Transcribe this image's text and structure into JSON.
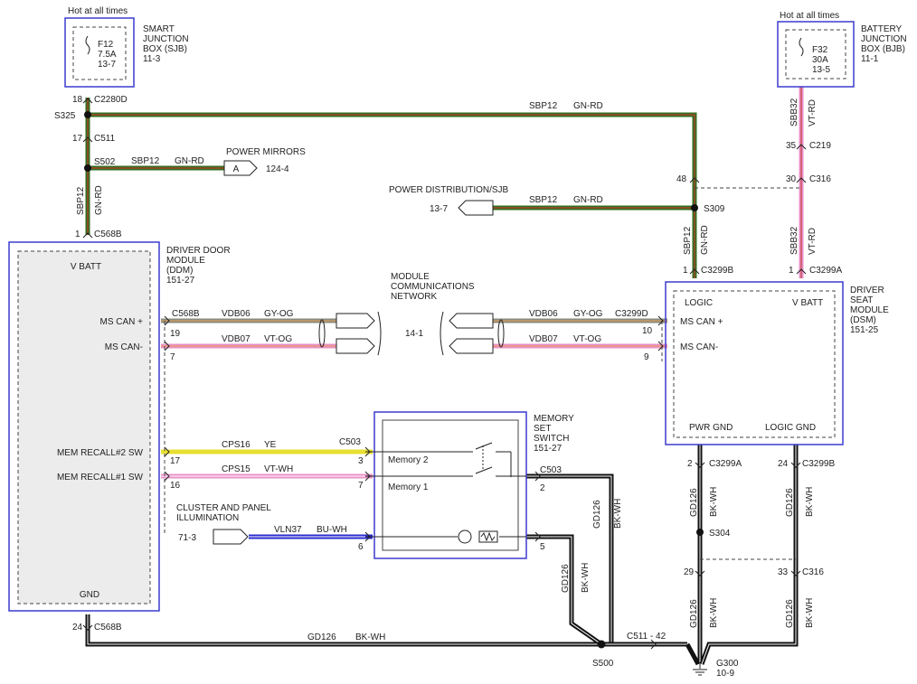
{
  "colors": {
    "green": "#2f6f1f",
    "green_stripe": "#3d8a28",
    "red_stripe": "#c0392b",
    "violet": "#e890c8",
    "gray": "#8a8a80",
    "yellow": "#e8e030",
    "blue": "#2b2bd0",
    "black": "#111111",
    "box_border": "#3b3bcf"
  },
  "sjb": {
    "hot": "Hot at all times",
    "fuse": "F12",
    "amps": "7.5A",
    "ref": "13-7",
    "label": [
      "SMART",
      "JUNCTION",
      "BOX (SJB)",
      "11-3"
    ]
  },
  "bjb": {
    "hot": "Hot at all times",
    "fuse": "F32",
    "amps": "30A",
    "ref": "13-5",
    "label": [
      "BATTERY",
      "JUNCTION",
      "BOX (BJB)",
      "11-1"
    ]
  },
  "left_feed": {
    "pin18": "18",
    "c2280d": "C2280D",
    "s325": "S325",
    "pin17": "17",
    "c511": "C511",
    "s502": "S502",
    "pin1": "1",
    "c568b": "C568B",
    "circuit": "SBP12",
    "color": "GN-RD"
  },
  "top_wire": {
    "circuit": "SBP12",
    "color": "GN-RD"
  },
  "power_mirrors": {
    "title": "POWER MIRRORS",
    "conn": "A",
    "ref": "124-4",
    "circuit": "SBP12",
    "color": "GN-RD"
  },
  "power_dist": {
    "title": "POWER DISTRIBUTION/SJB",
    "ref": "13-7",
    "circuit": "SBP12",
    "color": "GN-RD"
  },
  "right_feed": {
    "pin48": "48",
    "s309": "S309",
    "circuit": "SBP12",
    "color": "GN-RD",
    "pin1": "1",
    "c3299b": "C3299B"
  },
  "bjb_feed": {
    "circuit": "SBB32",
    "color": "VT-RD",
    "pin35": "35",
    "c219": "C219",
    "pin30": "30",
    "c316": "C316",
    "pin1": "1",
    "c3299a": "C3299A"
  },
  "ddm": {
    "title": [
      "DRIVER DOOR",
      "MODULE",
      "(DDM)",
      "151-27"
    ],
    "vbatt": "V BATT",
    "ms_can_p": "MS CAN +",
    "ms_can_m": "MS CAN-",
    "mem2": "MEM RECALL#2 SW",
    "mem1": "MEM RECALL#1 SW",
    "gnd": "GND",
    "c568b": "C568B",
    "pin19": "19",
    "pin7": "7",
    "pin17": "17",
    "pin16": "16",
    "pin24": "24",
    "c568b_gnd": "C568B"
  },
  "network": {
    "title": [
      "MODULE",
      "COMMUNICATIONS",
      "NETWORK"
    ],
    "ref": "14-1",
    "left_w1_circuit": "VDB06",
    "left_w1_color": "GY-OG",
    "left_w2_circuit": "VDB07",
    "left_w2_color": "VT-OG",
    "right_w1_circuit": "VDB06",
    "right_w1_color": "GY-OG",
    "right_w2_circuit": "VDB07",
    "right_w2_color": "VT-OG",
    "c3299d": "C3299D",
    "pin10": "10",
    "pin9": "9"
  },
  "dsm": {
    "title": [
      "DRIVER",
      "SEAT",
      "MODULE",
      "(DSM)",
      "151-25"
    ],
    "logic": "LOGIC",
    "vbatt": "V BATT",
    "ms_can_p": "MS CAN +",
    "ms_can_m": "MS CAN-",
    "pwr_gnd": "PWR GND",
    "logic_gnd": "LOGIC GND"
  },
  "memory_switch": {
    "title": [
      "MEMORY",
      "SET",
      "SWITCH",
      "151-27"
    ],
    "mem2": "Memory 2",
    "mem1": "Memory 1",
    "c503": "C503",
    "pin3": "3",
    "pin7": "7",
    "pin6": "6",
    "c503_r": "C503",
    "pin2": "2",
    "pin5": "5"
  },
  "mem_wires": {
    "cps16": "CPS16",
    "ye": "YE",
    "cps15": "CPS15",
    "vtwh": "VT-WH"
  },
  "illum": {
    "title": [
      "CLUSTER AND PANEL",
      "ILLUMINATION"
    ],
    "ref": "71-3",
    "circuit": "VLN37",
    "color": "BU-WH"
  },
  "grounds": {
    "gd126": "GD126",
    "bkwh": "BK-WH",
    "s500": "S500",
    "c511_42": "C511 - 42",
    "g300": "G300",
    "g300_ref": "10-9",
    "pin2": "2",
    "c3299a": "C3299A",
    "pin24": "24",
    "c3299b": "C3299B",
    "s304": "S304",
    "pin29": "29",
    "pin33": "33",
    "c316": "C316"
  }
}
